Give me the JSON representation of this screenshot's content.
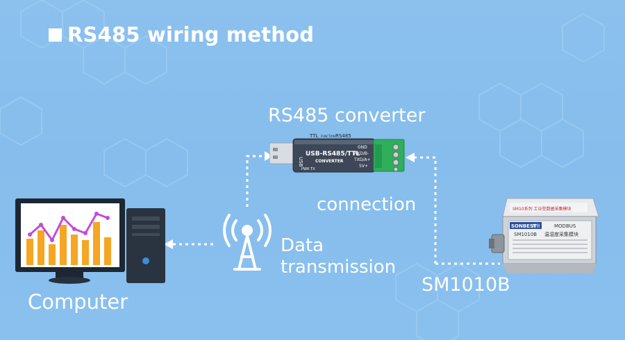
{
  "title": "RS485 wiring method",
  "labels": {
    "converter": "RS485 converter",
    "connection": "connection",
    "data_line1": "Data",
    "data_line2": "transmission",
    "computer": "Computer",
    "device": "SM1010B"
  },
  "converter_device": {
    "top_left": "TTL",
    "top_right": "RS485",
    "top_mid": "FUNCTION",
    "name": "USB-RS485/TTL",
    "sub": "CONVERTER",
    "side": "USB",
    "leds": "PWR  TX",
    "pins": [
      "GND",
      "RXD/B-",
      "TXD/A+",
      "5V+"
    ]
  },
  "sensor_device": {
    "top_label": "SM10系列 工业型数据采集模块",
    "brand": "SONBEST",
    "badge": "博世",
    "protocol": "MODBUS",
    "model": "SM1010B",
    "desc": "温湿度采集模块"
  },
  "colors": {
    "background": "#86bdec",
    "text": "#ffffff",
    "converter_body": "#3d4757",
    "terminal_block": "#2fae5c"
  }
}
